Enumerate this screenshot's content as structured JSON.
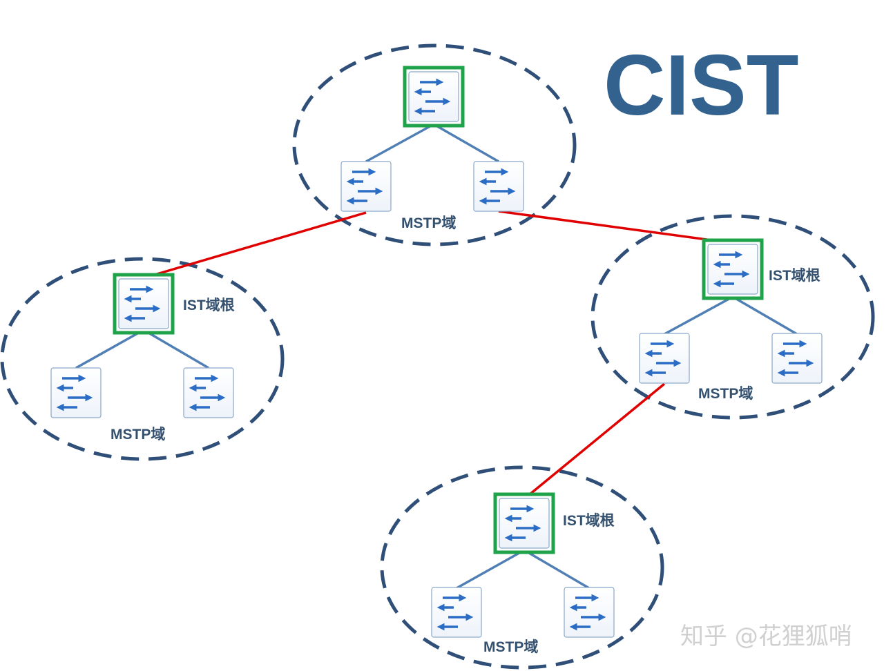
{
  "title": "CIST",
  "watermark": "知乎 @花狸狐哨",
  "labels": {
    "region": "MSTP域",
    "ist_root": "IST域根"
  },
  "colors": {
    "region_border": "#2f4f78",
    "inter_region_link": "#e00000",
    "intra_region_link": "#4f7fb4",
    "root_switch_border": "#1fa34a",
    "switch_arrow": "#2b6cc4"
  },
  "icons": {
    "switch": "switch-icon"
  },
  "regions": [
    {
      "name": "top",
      "region_label": "MSTP域",
      "root_label": ""
    },
    {
      "name": "left",
      "region_label": "MSTP域",
      "root_label": "IST域根"
    },
    {
      "name": "right",
      "region_label": "MSTP域",
      "root_label": "IST域根"
    },
    {
      "name": "bottom",
      "region_label": "MSTP域",
      "root_label": "IST域根"
    }
  ]
}
